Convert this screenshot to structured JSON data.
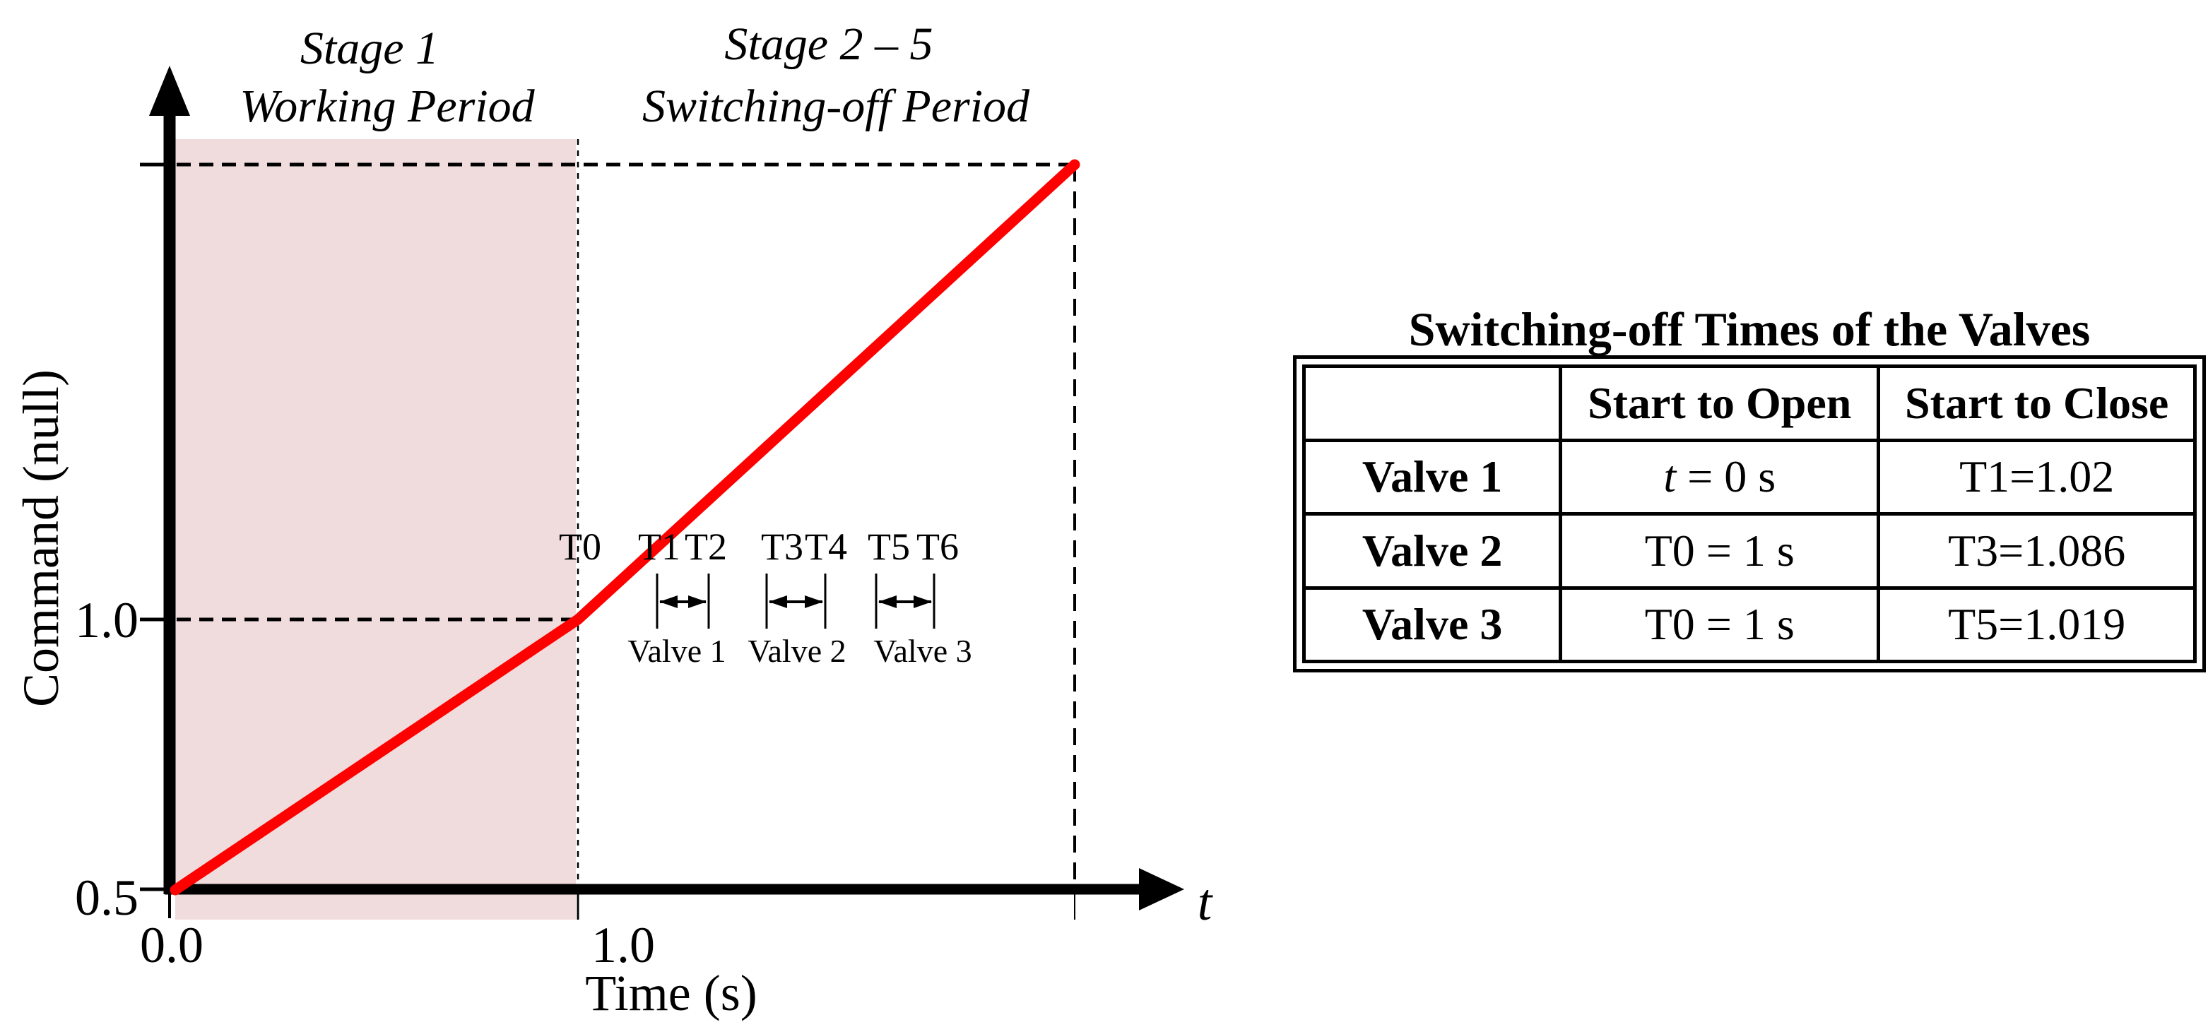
{
  "chart": {
    "stage1_line1": "Stage 1",
    "stage1_line2": "Working Period",
    "stage2_line1": "Stage 2 – 5",
    "stage2_line2": "Switching-off Period",
    "y_axis_label": "Command (null)",
    "x_axis_label": "Time (s)",
    "x_var": "t",
    "ytick_top": "1.0",
    "ytick_bottom": "0.5",
    "xtick_left": "0.0",
    "xtick_right": "1.0",
    "t0": "T0",
    "t1": "T1",
    "t2": "T2",
    "t3": "T3",
    "t4": "T4",
    "t5": "T5",
    "t6": "T6",
    "valve1": "Valve 1",
    "valve2": "Valve 2",
    "valve3": "Valve 3"
  },
  "table": {
    "title": "Switching-off Times of the Valves",
    "col_open": "Start to Open",
    "col_close": "Start to Close",
    "rows": [
      {
        "name": "Valve 1",
        "open_var": "t",
        "open_rest": " = 0 s",
        "close": "T1=1.02"
      },
      {
        "name": "Valve 2",
        "open_var": "",
        "open_rest": "T0 = 1 s",
        "close": "T3=1.086"
      },
      {
        "name": "Valve 3",
        "open_var": "",
        "open_rest": "T0 = 1 s",
        "close": "T5=1.019"
      }
    ]
  },
  "colors": {
    "line": "#FF0000",
    "shade": "#F0DCDC",
    "ink": "#000000"
  },
  "chart_data": {
    "type": "line",
    "title": "",
    "xlabel": "Time (s)",
    "ylabel": "Command (null)",
    "x_ticks": [
      0.0,
      1.0
    ],
    "y_ticks": [
      0.5,
      1.0
    ],
    "xlim": [
      0,
      2.4
    ],
    "ylim": [
      0.5,
      1.9
    ],
    "grid": false,
    "series": [
      {
        "name": "Command",
        "color": "#FF0000",
        "x": [
          0.0,
          1.0,
          2.25
        ],
        "y": [
          0.5,
          1.0,
          1.84
        ],
        "note": "schematic ramp from 0.5 at t=0 through 1.0 at T0=1 s; end value estimated from axis scale"
      }
    ],
    "annotations": {
      "stages": [
        {
          "label": "Stage 1 Working Period",
          "x_range": [
            0,
            1
          ],
          "shaded": true,
          "shade_color": "#F0DCDC"
        },
        {
          "label": "Stage 2 – 5 Switching-off Period",
          "x_range": [
            1,
            2.25
          ],
          "shaded": false
        }
      ],
      "time_markers": [
        "T0",
        "T1",
        "T2",
        "T3",
        "T4",
        "T5",
        "T6"
      ],
      "marker_values": {
        "T0": "1 s",
        "T1": "1.02",
        "T3": "1.086",
        "T5": "1.019"
      },
      "valve_intervals": [
        {
          "label": "Valve 1",
          "from": "T1",
          "to": "T2"
        },
        {
          "label": "Valve 2",
          "from": "T3",
          "to": "T4"
        },
        {
          "label": "Valve 3",
          "from": "T5",
          "to": "T6"
        }
      ],
      "dashed_guides": [
        "y = 1.0 up to T0",
        "top level to line end",
        "vertical at T0",
        "vertical at line end"
      ]
    }
  }
}
